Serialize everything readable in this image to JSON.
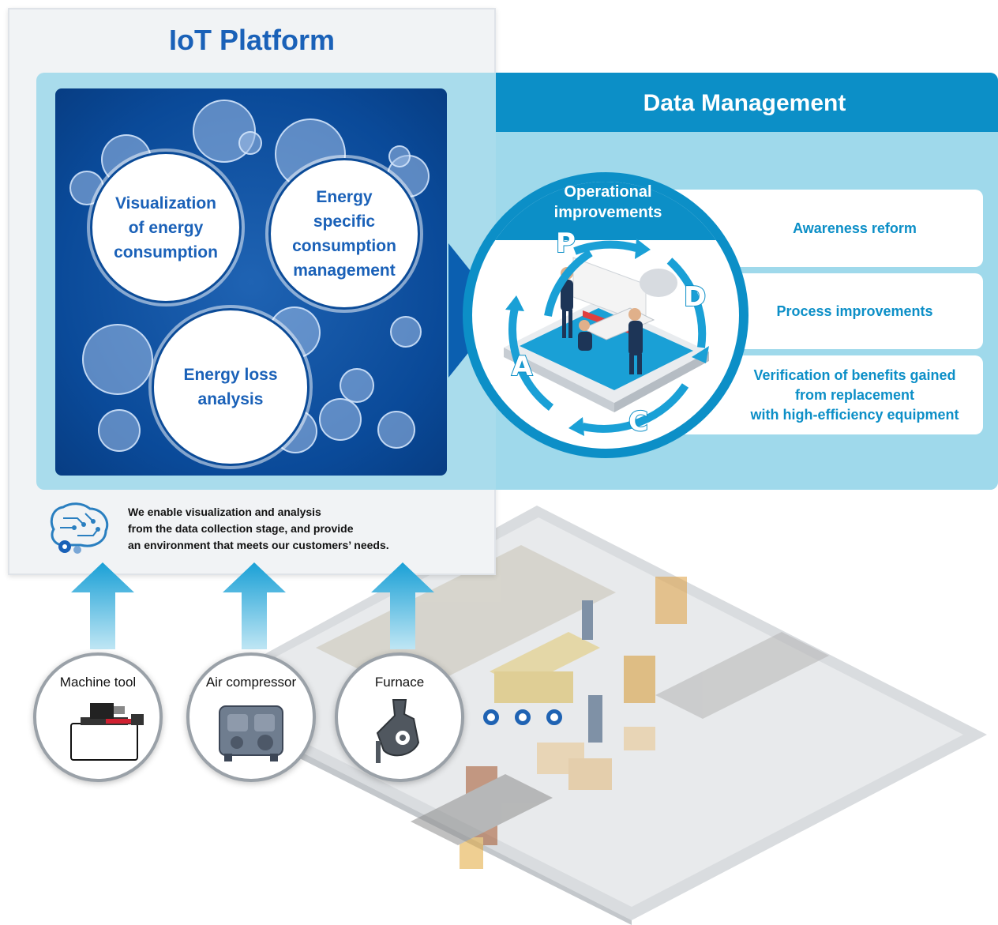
{
  "iot_platform": {
    "title": "IoT Platform",
    "features": [
      "Visualization of energy consumption",
      "Energy specific consumption management",
      "Energy loss analysis"
    ],
    "statement_lines": [
      "We enable visualization and analysis",
      "from the data collection stage, and provide",
      "an environment that meets our customers’ needs."
    ]
  },
  "data_management": {
    "title": "Data Management",
    "pdca": {
      "title_line1": "Operational",
      "title_line2": "improvements",
      "letters": [
        "P",
        "D",
        "C",
        "A"
      ]
    },
    "improvements": [
      {
        "lines": [
          "Awareness reform"
        ]
      },
      {
        "lines": [
          "Process improvements"
        ]
      },
      {
        "lines": [
          "Verification of benefits gained",
          "from replacement",
          "with high-efficiency equipment"
        ]
      }
    ]
  },
  "equipment": [
    {
      "label": "Machine tool",
      "icon": "machine-tool-icon"
    },
    {
      "label": "Air compressor",
      "icon": "air-compressor-icon"
    },
    {
      "label": "Furnace",
      "icon": "furnace-icon"
    }
  ],
  "colors": {
    "brand_blue": "#1a61b8",
    "dark_blue": "#0a4a99",
    "cyan": "#0c8fc7",
    "light_cyan": "#a9dcec"
  }
}
